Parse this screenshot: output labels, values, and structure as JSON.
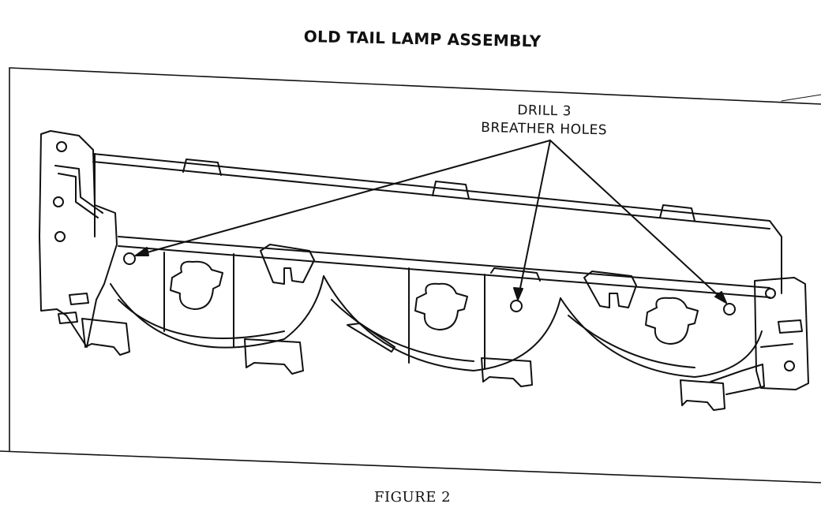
{
  "diagram": {
    "title": "OLD TAIL LAMP ASSEMBLY",
    "callout": {
      "line1": "DRILL 3",
      "line2": "BREATHER HOLES"
    },
    "caption": "FIGURE 2"
  }
}
